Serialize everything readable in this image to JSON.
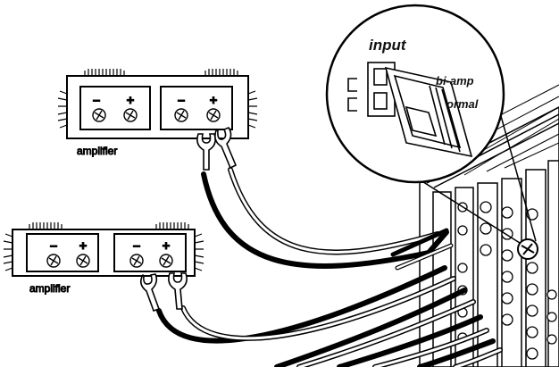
{
  "diagram": {
    "amplifier_top": {
      "label": "amplifier",
      "minus": "–",
      "plus": "+"
    },
    "amplifier_bottom": {
      "label": "amplifier",
      "minus": "–",
      "plus": "+"
    },
    "callout": {
      "title": "input",
      "option_top": "bi-amp",
      "option_bottom": "ormal"
    },
    "colors": {
      "line": "#000000",
      "background": "#ffffff"
    }
  }
}
